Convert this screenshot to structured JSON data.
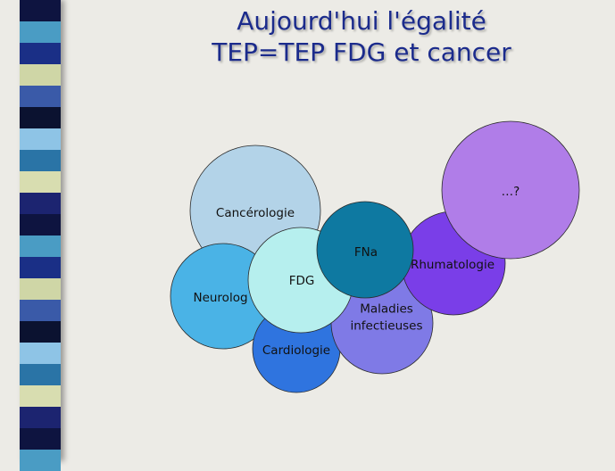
{
  "title": {
    "line1": "Aujourd'hui l'égalité",
    "line2": "TEP=TEP FDG et cancer"
  },
  "colors": {
    "background": "#ecebe6",
    "title": "#1b2b8c",
    "strip": [
      "#0e1440",
      "#4a9cc4",
      "#1a2f86",
      "#cfd6a6",
      "#3a5aa8",
      "#0b1230",
      "#8ec4e6",
      "#2a74a6",
      "#d8ddb0",
      "#1c2470"
    ]
  },
  "bubbles": [
    {
      "id": "cancerologie",
      "label": [
        "Cancérologie"
      ],
      "color": "#b3d3e8"
    },
    {
      "id": "neurologie",
      "label": [
        "Neurolog"
      ],
      "color": "#4ab3e6"
    },
    {
      "id": "cardiologie",
      "label": [
        "Cardiologie"
      ],
      "color": "#2f74df"
    },
    {
      "id": "maladies-infectieuses",
      "label": [
        "Maladies",
        "infectieuses"
      ],
      "color": "#7f7ae6"
    },
    {
      "id": "rhumatologie",
      "label": [
        "Rhumatologie"
      ],
      "color": "#7a3ee8"
    },
    {
      "id": "inconnu",
      "label": [
        "…?"
      ],
      "color": "#b07de8"
    },
    {
      "id": "fdg",
      "label": [
        "FDG"
      ],
      "color": "#b6efee"
    },
    {
      "id": "fna",
      "label": [
        "FNa"
      ],
      "color": "#0e79a1"
    }
  ]
}
